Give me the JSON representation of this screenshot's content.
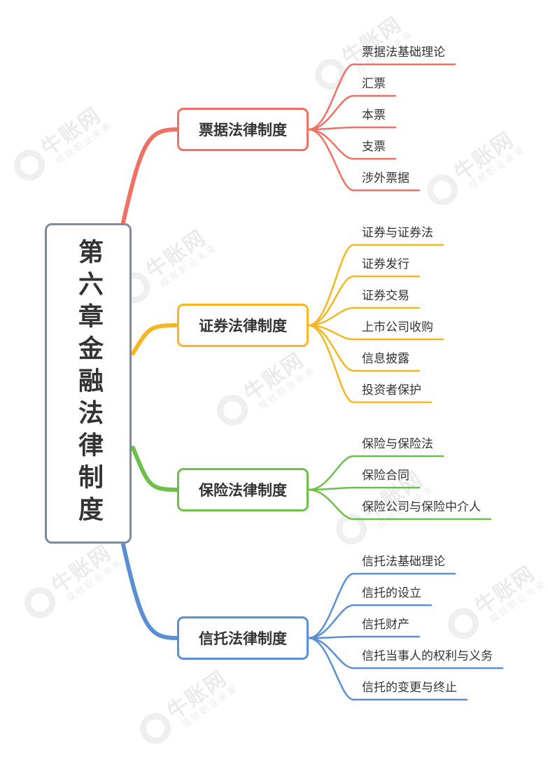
{
  "watermark": {
    "brand": "牛账网",
    "slogan": "成就职业未来"
  },
  "colors": {
    "root_border": "#7f8b9c",
    "text": "#333333",
    "branch_colors": [
      "#f07163",
      "#f5b620",
      "#6cc04a",
      "#5b8fd4"
    ]
  },
  "mindmap": {
    "root": "第六章金融法律制度",
    "branches": [
      {
        "label": "票据法律制度",
        "color": "#f07163",
        "children": [
          "票据法基础理论",
          "汇票",
          "本票",
          "支票",
          "涉外票据"
        ]
      },
      {
        "label": "证券法律制度",
        "color": "#f5b620",
        "children": [
          "证券与证券法",
          "证券发行",
          "证券交易",
          "上市公司收购",
          "信息披露",
          "投资者保护"
        ]
      },
      {
        "label": "保险法律制度",
        "color": "#6cc04a",
        "children": [
          "保险与保险法",
          "保险合同",
          "保险公司与保险中介人"
        ]
      },
      {
        "label": "信托法律制度",
        "color": "#5b8fd4",
        "children": [
          "信托法基础理论",
          "信托的设立",
          "信托财产",
          "信托当事人的权利与义务",
          "信托的变更与终止"
        ]
      }
    ]
  }
}
